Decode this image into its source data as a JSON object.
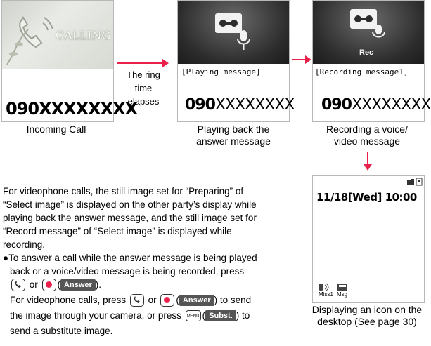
{
  "screens": {
    "incoming": {
      "calling_label": "CALLING",
      "number": "090XXXXXXXX",
      "caption": "Incoming Call"
    },
    "playing": {
      "status": "[Playing message]",
      "number_prefix": "090",
      "number_rest": "XXXXXXXX",
      "caption_line1": "Playing back the",
      "caption_line2": "answer message"
    },
    "recording": {
      "rec_label": "Rec",
      "status": "[Recording message1]",
      "number_prefix": "090",
      "number_rest": "XXXXXXXX",
      "caption_line1": "Recording a voice/",
      "caption_line2": "video message"
    },
    "desktop": {
      "date_time": "11/18[Wed] 10:00",
      "icon1_label": "Miss1",
      "icon2_label": "Msg",
      "caption_line1": "Displaying an icon on the",
      "caption_line2": "desktop (See page 30)"
    }
  },
  "transition_label_line1": "The ring time",
  "transition_label_line2": "elapses",
  "paragraph": {
    "line1": "For videophone calls, the still image set for “Preparing” of",
    "line2": "“Select image” is displayed on the other party’s display while",
    "line3": "playing back the answer message, and the still image set for",
    "line4": "“Record message” of “Select image” is displayed while",
    "line5": "recording."
  },
  "bullet": {
    "line1": "To answer a call while the answer message is being played",
    "line2": "back or a voice/video message is being recorded, press",
    "or_word": "or",
    "answer_softkey": "Answer",
    "sub_line1_pre": "For videophone calls, press",
    "sub_line1_post": "to send",
    "sub_line2_pre": "the image through your camera, or press",
    "menu_key_label": "MENU",
    "subst_softkey": "Subst.",
    "sub_line2_post": "to",
    "sub_line3": "send a substitute image."
  },
  "colors": {
    "arrow": "#e8204a",
    "softkey_bg": "#555555"
  }
}
